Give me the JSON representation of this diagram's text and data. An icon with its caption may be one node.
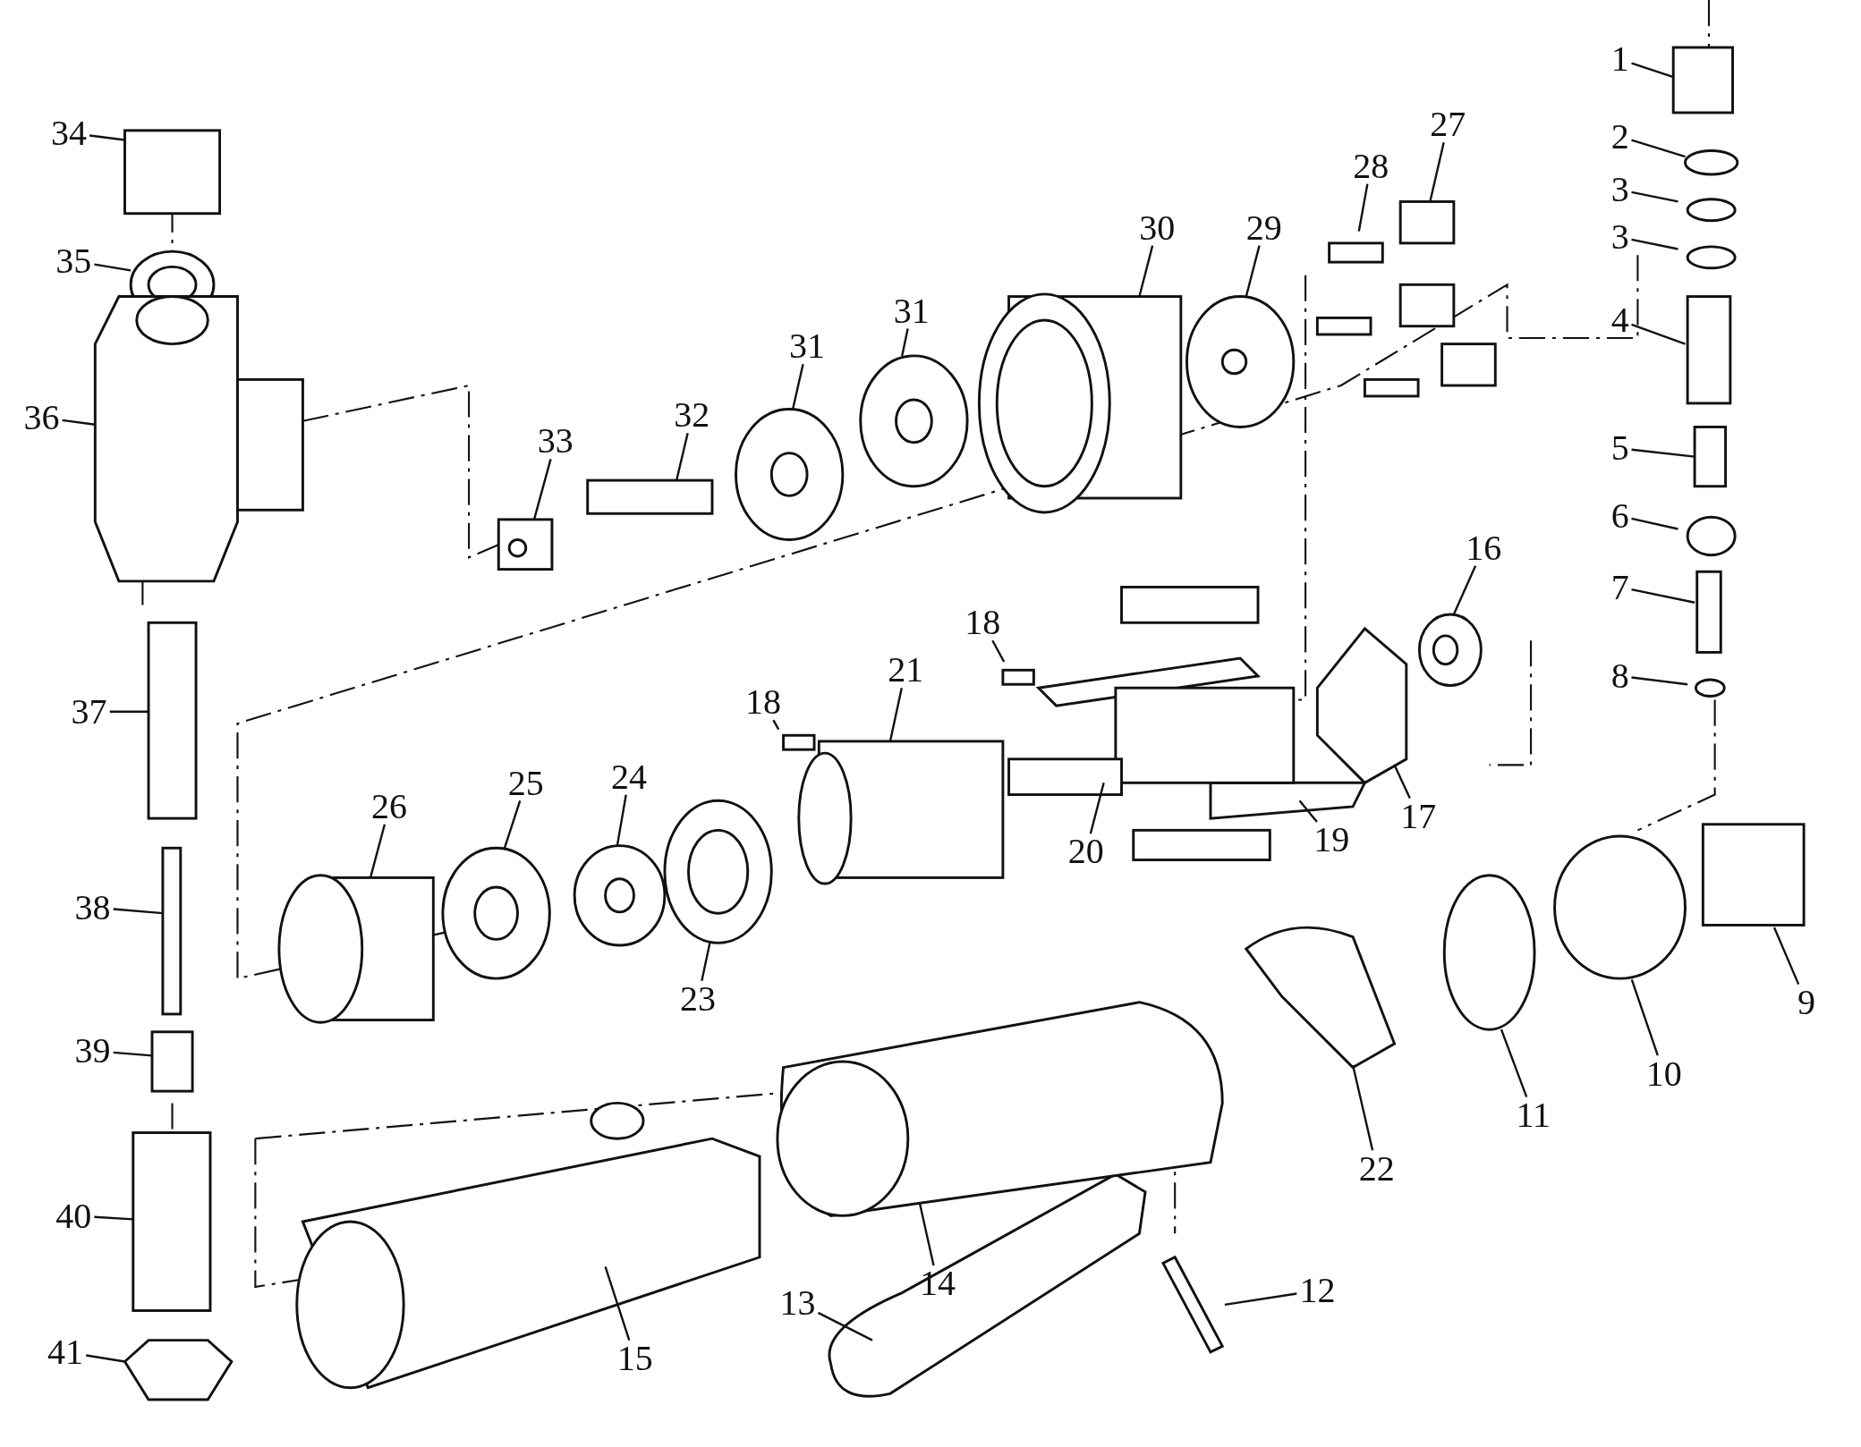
{
  "diagram": {
    "nodes": [
      {
        "text": [
          "1"
        ]
      },
      {
        "text": [
          "2"
        ]
      },
      {
        "text": [
          "3"
        ]
      },
      {
        "text": [
          "3"
        ]
      },
      {
        "text": [
          "4"
        ]
      },
      {
        "text": [
          "5"
        ]
      },
      {
        "text": [
          "6"
        ]
      },
      {
        "text": [
          "7"
        ]
      },
      {
        "text": [
          "8"
        ]
      },
      {
        "text": [
          "9"
        ]
      },
      {
        "text": [
          "10"
        ]
      },
      {
        "text": [
          "11"
        ]
      },
      {
        "text": [
          "12"
        ]
      },
      {
        "text": [
          "13"
        ]
      },
      {
        "text": [
          "14"
        ]
      },
      {
        "text": [
          "15"
        ]
      },
      {
        "text": [
          "16"
        ]
      },
      {
        "text": [
          "17"
        ]
      },
      {
        "text": [
          "18"
        ]
      },
      {
        "text": [
          "19"
        ]
      },
      {
        "text": [
          "20"
        ]
      },
      {
        "text": [
          "21"
        ]
      },
      {
        "text": [
          "22"
        ]
      },
      {
        "text": [
          "23"
        ]
      },
      {
        "text": [
          "24"
        ]
      },
      {
        "text": [
          "25"
        ]
      },
      {
        "text": [
          "26"
        ]
      },
      {
        "text": [
          "27"
        ]
      },
      {
        "text": [
          "28"
        ]
      },
      {
        "text": [
          "29"
        ]
      },
      {
        "text": [
          "30"
        ]
      },
      {
        "text": [
          "31"
        ]
      },
      {
        "text": [
          "31"
        ]
      },
      {
        "text": [
          "32"
        ]
      },
      {
        "text": [
          "33"
        ]
      },
      {
        "text": [
          "34"
        ]
      },
      {
        "text": [
          "35"
        ]
      },
      {
        "text": [
          "36"
        ]
      },
      {
        "text": [
          "37"
        ]
      },
      {
        "text": [
          "38"
        ]
      },
      {
        "text": [
          "39"
        ]
      },
      {
        "text": [
          "40"
        ]
      },
      {
        "text": [
          "41"
        ]
      },
      {
        "text": [
          "18"
        ]
      }
    ],
    "edges": [
      {
        "from": 0,
        "to": null,
        "arrow": "none"
      },
      {
        "from": 1,
        "to": null,
        "arrow": "none"
      },
      {
        "from": 2,
        "to": null,
        "arrow": "none"
      },
      {
        "from": 3,
        "to": null,
        "arrow": "none"
      },
      {
        "from": 4,
        "to": null,
        "arrow": "none"
      },
      {
        "from": 5,
        "to": null,
        "arrow": "none"
      },
      {
        "from": 6,
        "to": null,
        "arrow": "none"
      },
      {
        "from": 7,
        "to": null,
        "arrow": "none"
      },
      {
        "from": 8,
        "to": null,
        "arrow": "none"
      },
      {
        "from": 9,
        "to": null,
        "arrow": "none"
      },
      {
        "from": 10,
        "to": null,
        "arrow": "none"
      },
      {
        "from": 11,
        "to": null,
        "arrow": "none"
      },
      {
        "from": 12,
        "to": null,
        "arrow": "none"
      },
      {
        "from": 13,
        "to": null,
        "arrow": "none"
      },
      {
        "from": 14,
        "to": null,
        "arrow": "none"
      },
      {
        "from": 15,
        "to": null,
        "arrow": "none"
      },
      {
        "from": 16,
        "to": null,
        "arrow": "none"
      },
      {
        "from": 17,
        "to": null,
        "arrow": "none"
      },
      {
        "from": 18,
        "to": null,
        "arrow": "none"
      },
      {
        "from": 19,
        "to": null,
        "arrow": "none"
      },
      {
        "from": 20,
        "to": null,
        "arrow": "none"
      },
      {
        "from": 21,
        "to": null,
        "arrow": "none"
      },
      {
        "from": 22,
        "to": null,
        "arrow": "none"
      },
      {
        "from": 23,
        "to": null,
        "arrow": "none"
      },
      {
        "from": 24,
        "to": null,
        "arrow": "none"
      },
      {
        "from": 25,
        "to": null,
        "arrow": "none"
      },
      {
        "from": 26,
        "to": null,
        "arrow": "none"
      },
      {
        "from": 27,
        "to": null,
        "arrow": "none"
      },
      {
        "from": 28,
        "to": null,
        "arrow": "none"
      },
      {
        "from": 29,
        "to": null,
        "arrow": "none"
      },
      {
        "from": 30,
        "to": null,
        "arrow": "none"
      },
      {
        "from": 31,
        "to": null,
        "arrow": "none"
      },
      {
        "from": 32,
        "to": null,
        "arrow": "none"
      },
      {
        "from": 33,
        "to": null,
        "arrow": "none"
      },
      {
        "from": 34,
        "to": null,
        "arrow": "none"
      },
      {
        "from": 35,
        "to": null,
        "arrow": "none"
      },
      {
        "from": 36,
        "to": null,
        "arrow": "none"
      },
      {
        "from": 37,
        "to": null,
        "arrow": "none"
      },
      {
        "from": 38,
        "to": null,
        "arrow": "none"
      },
      {
        "from": 39,
        "to": null,
        "arrow": "none"
      },
      {
        "from": 40,
        "to": null,
        "arrow": "none"
      },
      {
        "from": 41,
        "to": null,
        "arrow": "none"
      },
      {
        "from": 42,
        "to": null,
        "arrow": "none"
      },
      {
        "from": 43,
        "to": null,
        "arrow": "none"
      }
    ]
  }
}
